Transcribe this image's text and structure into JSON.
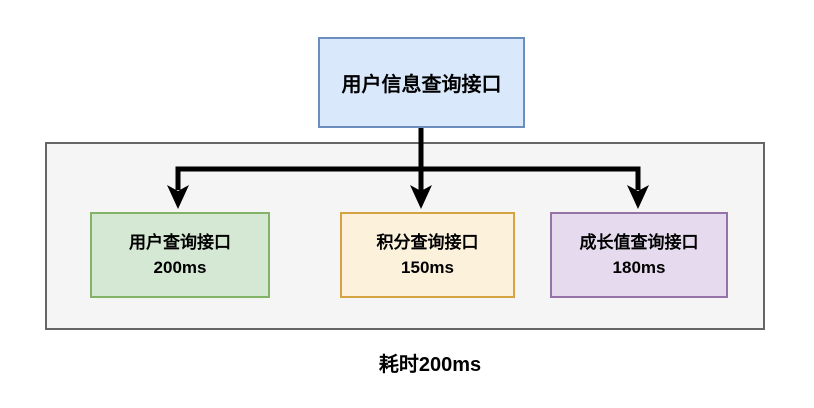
{
  "diagram": {
    "root": {
      "label": "用户信息查询接口",
      "fill": "#dae8fc",
      "border": "#6c8ebf"
    },
    "group": {
      "fill": "#f5f5f5",
      "border": "#666666",
      "nodes": [
        {
          "label": "用户查询接口",
          "time": "200ms",
          "fill": "#d5e8d4",
          "border": "#82b366"
        },
        {
          "label": "积分查询接口",
          "time": "150ms",
          "fill": "#fcf2dc",
          "border": "#d6a342"
        },
        {
          "label": "成长值查询接口",
          "time": "180ms",
          "fill": "#e6dbee",
          "border": "#9673a6"
        }
      ]
    },
    "caption": "耗时200ms",
    "connector_color": "#000000"
  }
}
